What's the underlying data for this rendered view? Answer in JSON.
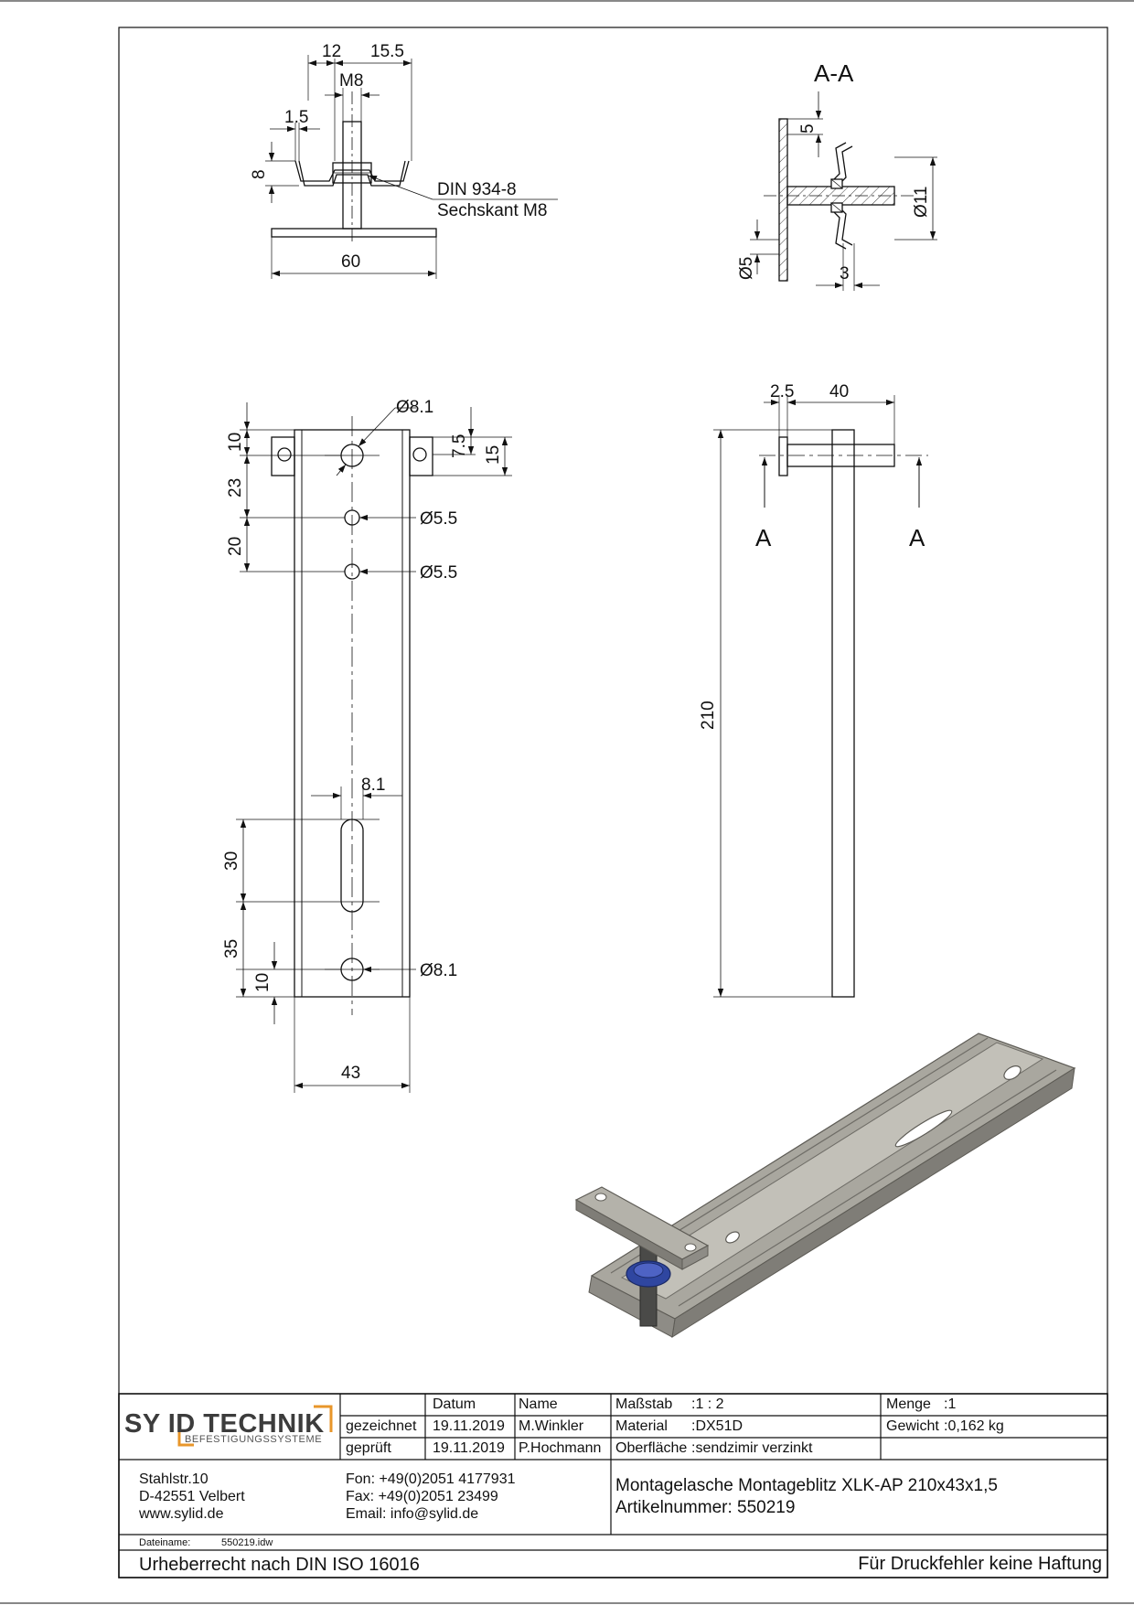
{
  "dimensions": {
    "top_12": "12",
    "top_15_5": "15.5",
    "top_m8": "M8",
    "top_1_5": "1.5",
    "top_8": "8",
    "top_60": "60",
    "nut_line1": "DIN 934-8",
    "nut_line2": "Sechskant M8",
    "section_title": "A-A",
    "sec_5": "5",
    "sec_d11": "Ø11",
    "sec_d5": "Ø5",
    "sec_3": "3",
    "front_d8_1_top": "Ø8.1",
    "front_10": "10",
    "front_23": "23",
    "front_20": "20",
    "front_7_5": "7.5",
    "front_15": "15",
    "front_d5_5_a": "Ø5.5",
    "front_d5_5_b": "Ø5.5",
    "front_8_1": "8.1",
    "front_30": "30",
    "front_35": "35",
    "front_10_bottom": "10",
    "front_d8_1_bottom": "Ø8.1",
    "front_43": "43",
    "side_2_5": "2.5",
    "side_40": "40",
    "side_210": "210",
    "section_mark_left": "A",
    "section_mark_right": "A"
  },
  "title_block": {
    "logo_name": "SY ID TECHNIK",
    "logo_subtitle": "BEFESTIGUNGSSYSTEME",
    "col_datum": "Datum",
    "col_name": "Name",
    "row_gezeichnet": "gezeichnet",
    "row_geprueft": "geprüft",
    "gezeichnet_datum": "19.11.2019",
    "gezeichnet_name": "M.Winkler",
    "geprueft_datum": "19.11.2019",
    "geprueft_name": "P.Hochmann",
    "massstab_label": "Maßstab",
    "massstab_value": ":1 : 2",
    "material_label": "Material",
    "material_value": ":DX51D",
    "oberflaeche_label": "Oberfläche",
    "oberflaeche_value": ":sendzimir verzinkt",
    "menge_label": "Menge",
    "menge_value": ":1",
    "gewicht_label": "Gewicht",
    "gewicht_value": ":0,162 kg",
    "address_street": "Stahlstr.10",
    "address_city": "D-42551 Velbert",
    "address_web": "www.sylid.de",
    "fon": "Fon: +49(0)2051 4177931",
    "fax": "Fax: +49(0)2051 23499",
    "email": "Email: info@sylid.de",
    "product_name": "Montagelasche Montageblitz XLK-AP 210x43x1,5",
    "article_number": "Artikelnummer: 550219",
    "dateiname_label": "Dateiname:",
    "dateiname_value": "550219.idw",
    "copyright": "Urheberrecht nach DIN ISO 16016",
    "disclaimer": "Für Druckfehler keine Haftung"
  },
  "colors": {
    "line": "#111111",
    "logo_accent": "#e8962a",
    "logo_text": "#3c3c3c",
    "render_steel": "#a9a79f",
    "render_steel_dark": "#6f6d67",
    "render_nut": "#2f46a0"
  }
}
